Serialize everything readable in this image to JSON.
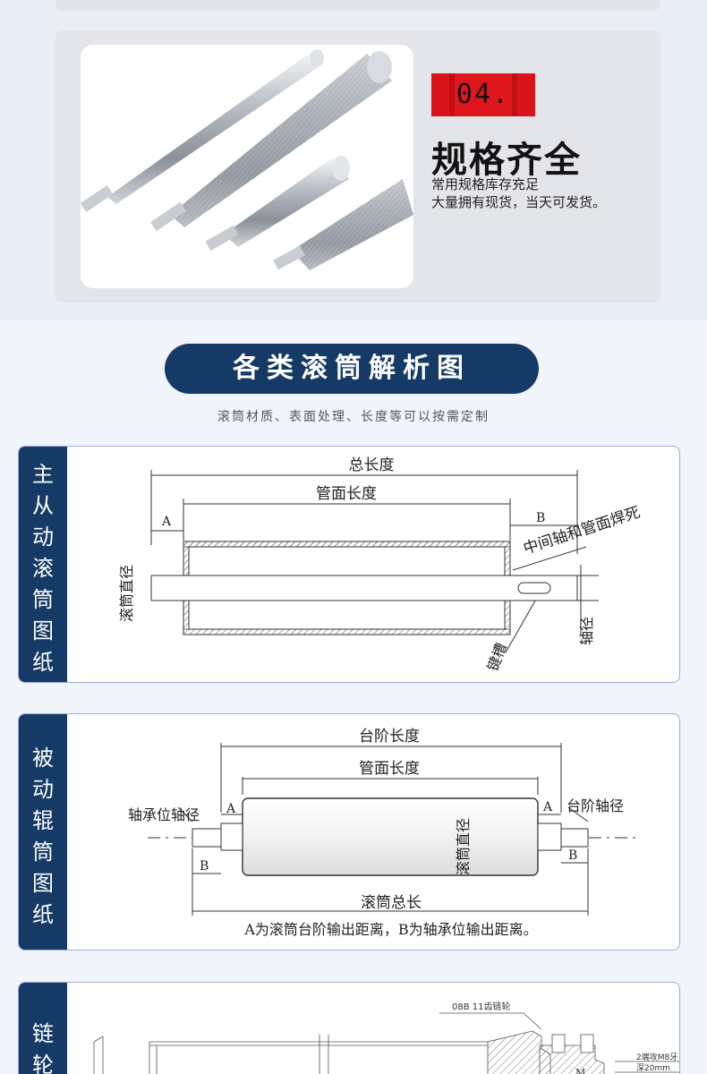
{
  "feature": {
    "number": "04.",
    "title": "规格齐全",
    "desc_line1": "常用规格库存充足",
    "desc_line2": "大量拥有现货，当天可发货。"
  },
  "section": {
    "title": "各类滚筒解析图",
    "subtitle": "滚筒材质、表面处理、长度等可以按需定制"
  },
  "drawing1": {
    "side_label": "主从动滚筒图纸",
    "total_length": "总长度",
    "tube_length": "管面长度",
    "label_a": "A",
    "label_b": "B",
    "weld_note": "中间轴和管面焊死",
    "roller_diameter": "滚筒直径",
    "shaft_diameter": "轴径",
    "keyway": "键槽"
  },
  "drawing2": {
    "side_label": "被动辊筒图纸",
    "step_length": "台阶长度",
    "tube_length": "管面长度",
    "bearing_shaft": "轴承位轴径",
    "step_shaft": "台阶轴径",
    "label_a": "A",
    "label_b": "B",
    "roller_diameter": "滚筒直径",
    "roller_total": "滚筒总长",
    "note": "A为滚筒台阶输出距离，B为轴承位输出距离。"
  },
  "drawing3": {
    "side_label": "链轮",
    "sprocket": "08B 11齿链轮",
    "tap_note1": "2端攻M8牙",
    "tap_note2": "深20mm",
    "label_m": "M"
  }
}
